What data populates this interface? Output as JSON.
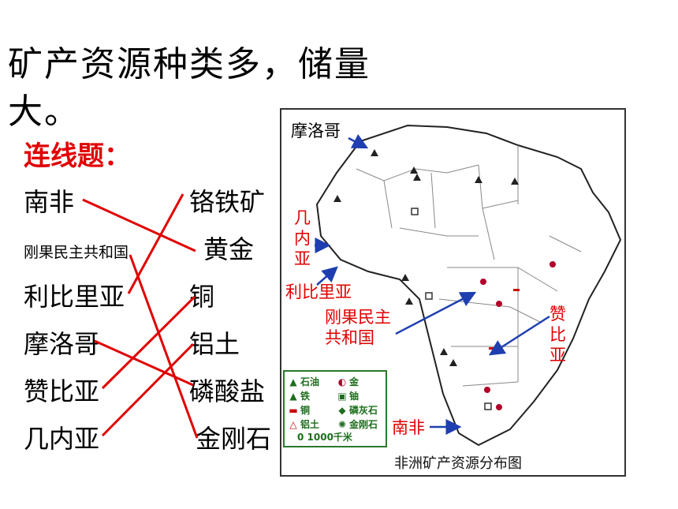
{
  "title": "矿产资源种类多，储量大。",
  "exercise_label": "连线题：",
  "left_items": [
    "南非",
    "刚果民主共和国",
    "利比里亚",
    "摩洛哥",
    "赞比亚",
    "几内亚"
  ],
  "right_items": [
    "铬铁矿",
    "黄金",
    "铜",
    "铝土",
    "磷酸盐",
    "金刚石"
  ],
  "matches": [
    [
      "南非",
      "黄金"
    ],
    [
      "利比里亚",
      "铬铁矿"
    ],
    [
      "刚果民主共和国",
      "金刚石"
    ],
    [
      "摩洛哥",
      "磷酸盐"
    ],
    [
      "赞比亚",
      "铜"
    ],
    [
      "几内亚",
      "铝土"
    ]
  ],
  "map": {
    "caption": "非洲矿产资源分布图",
    "labels": {
      "morocco": "摩洛哥",
      "guinea": "几内亚",
      "liberia": "利比里亚",
      "congo": "刚果民主共和国",
      "congo_line1": "刚果民主",
      "congo_line2": "共和国",
      "zambia": "赞比亚",
      "south_africa": "南非"
    },
    "legend": {
      "oil": "石油",
      "gold": "金",
      "iron": "铁",
      "uranium": "铀",
      "copper": "铜",
      "phosphate": "磷灰石",
      "bauxite": "铝土",
      "diamond": "金刚石",
      "scale": "0  1000千米"
    }
  },
  "colors": {
    "link_line": "#e00000",
    "red_label": "#e00000",
    "arrow": "#1f3fb0",
    "legend_border": "#2a7a2a"
  }
}
